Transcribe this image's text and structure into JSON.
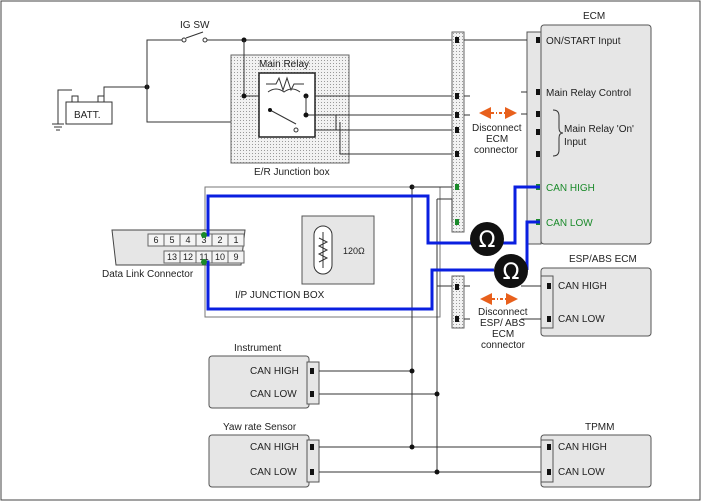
{
  "labels": {
    "ig_sw": "IG SW",
    "batt": "BATT.",
    "main_relay": "Main Relay",
    "er_junction": "E/R Junction box",
    "ecm": "ECM",
    "on_start": "ON/START Input",
    "main_relay_control": "Main Relay Control",
    "main_relay_on_1": "Main Relay 'On'",
    "main_relay_on_2": "Input",
    "can_high": "CAN HIGH",
    "can_low": "CAN LOW",
    "disconnect_ecm_1": "Disconnect",
    "disconnect_ecm_2": "ECM",
    "disconnect_ecm_3": "connector",
    "dlc": "Data Link Connector",
    "ip_junction": "I/P JUNCTION BOX",
    "resistor": "120Ω",
    "esp_abs_ecm": "ESP/ABS ECM",
    "disconnect_esp_1": "Disconnect",
    "disconnect_esp_2": "ESP/ ABS",
    "disconnect_esp_3": "ECM",
    "disconnect_esp_4": "connector",
    "instrument": "Instrument",
    "yaw_rate": "Yaw rate Sensor",
    "tpmm": "TPMM",
    "ohm_symbol": "Ω"
  },
  "dlc_pins": [
    "6",
    "5",
    "4",
    "3",
    "2",
    "1",
    "13",
    "12",
    "11",
    "10",
    "9"
  ],
  "colors": {
    "can_bus": "#0a1fe0",
    "arrow": "#e8601c",
    "pin_active": "#1a8a2a"
  }
}
